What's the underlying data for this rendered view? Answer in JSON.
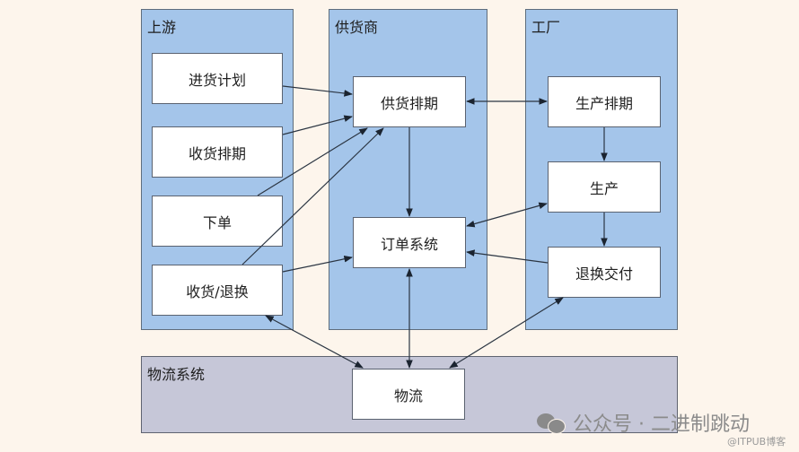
{
  "lanes": {
    "upstream": {
      "title": "上游",
      "color": "#a4c5ea"
    },
    "supplier": {
      "title": "供货商",
      "color": "#a4c5ea"
    },
    "factory": {
      "title": "工厂",
      "color": "#a4c5ea"
    },
    "logistics": {
      "title": "物流系统",
      "color": "#c6c7d8"
    }
  },
  "nodes": {
    "purchase_plan": "进货计划",
    "receive_schedule": "收货排期",
    "place_order": "下单",
    "receive_return": "收货/退换",
    "supply_schedule": "供货排期",
    "order_system": "订单系统",
    "production_schedule": "生产排期",
    "production": "生产",
    "return_delivery": "退换交付",
    "logistics": "物流"
  },
  "edges": [
    {
      "from": "purchase_plan",
      "to": "supply_schedule",
      "direction": "forward"
    },
    {
      "from": "receive_schedule",
      "to": "supply_schedule",
      "direction": "forward"
    },
    {
      "from": "place_order",
      "to": "supply_schedule",
      "direction": "forward"
    },
    {
      "from": "receive_return",
      "to": "supply_schedule",
      "direction": "forward"
    },
    {
      "from": "receive_return",
      "to": "order_system",
      "direction": "forward"
    },
    {
      "from": "supply_schedule",
      "to": "production_schedule",
      "direction": "both"
    },
    {
      "from": "supply_schedule",
      "to": "order_system",
      "direction": "forward"
    },
    {
      "from": "production_schedule",
      "to": "production",
      "direction": "forward"
    },
    {
      "from": "production",
      "to": "return_delivery",
      "direction": "forward"
    },
    {
      "from": "production",
      "to": "order_system",
      "direction": "both"
    },
    {
      "from": "return_delivery",
      "to": "order_system",
      "direction": "forward"
    },
    {
      "from": "order_system",
      "to": "logistics",
      "direction": "both"
    },
    {
      "from": "receive_return",
      "to": "logistics",
      "direction": "both"
    },
    {
      "from": "return_delivery",
      "to": "logistics",
      "direction": "both"
    }
  ],
  "watermark": {
    "main": "公众号 · 二进制跳动",
    "sub": "@ITPUB博客"
  }
}
